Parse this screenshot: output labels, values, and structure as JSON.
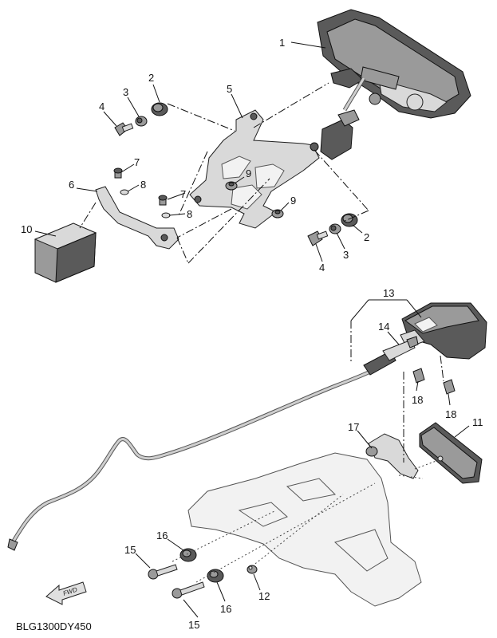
{
  "diagram_code": "BLG1300DY450",
  "fwd_arrow_text": "FWD",
  "callouts": {
    "p1": "1",
    "p2a": "2",
    "p2b": "2",
    "p3a": "3",
    "p3b": "3",
    "p4a": "4",
    "p4b": "4",
    "p5": "5",
    "p6": "6",
    "p7a": "7",
    "p7b": "7",
    "p8a": "8",
    "p8b": "8",
    "p9a": "9",
    "p9b": "9",
    "p10": "10",
    "p11": "11",
    "p12": "12",
    "p13": "13",
    "p14": "14",
    "p15a": "15",
    "p15b": "15",
    "p16a": "16",
    "p16b": "16",
    "p17": "17",
    "p18a": "18",
    "p18b": "18"
  }
}
